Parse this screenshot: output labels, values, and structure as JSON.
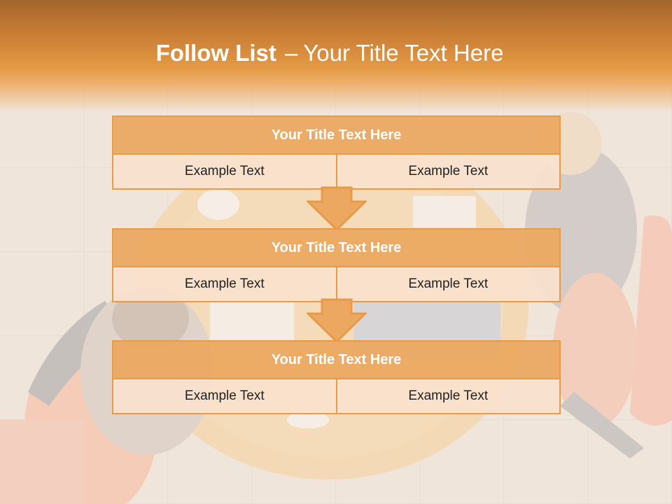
{
  "slide": {
    "title_bold": "Follow List",
    "title_separator": "–",
    "title_rest": "Your Title Text Here"
  },
  "steps": [
    {
      "title": "Your Title Text Here",
      "cells": [
        "Example Text",
        "Example Text"
      ]
    },
    {
      "title": "Your Title Text Here",
      "cells": [
        "Example Text",
        "Example Text"
      ]
    },
    {
      "title": "Your Title Text Here",
      "cells": [
        "Example Text",
        "Example Text"
      ]
    }
  ],
  "colors": {
    "accent": "#e89a46",
    "header_fill": "#eca860",
    "cell_fill": "#f9e1ce",
    "title_text": "#ffffff"
  },
  "icons": [
    "down-arrow-icon",
    "down-arrow-icon"
  ]
}
